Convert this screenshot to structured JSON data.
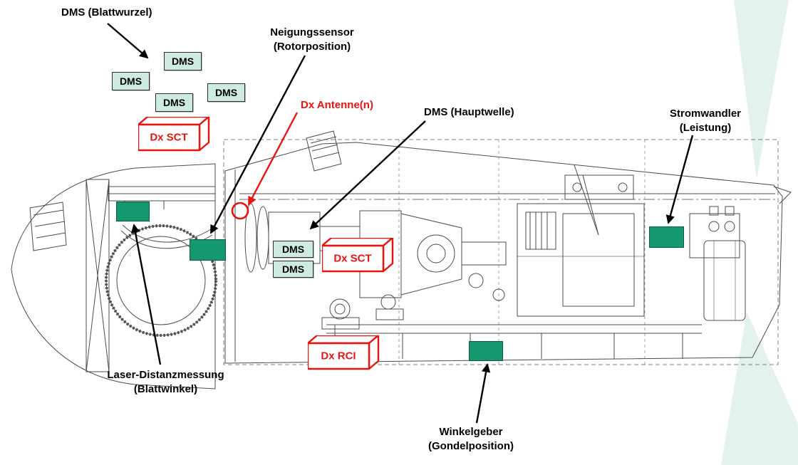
{
  "annotations": {
    "dms_blattwurzel": {
      "label": "DMS (Blattwurzel)"
    },
    "neigungssensor": {
      "line1": "Neigungssensor",
      "line2": "(Rotorposition)"
    },
    "dx_antenne": {
      "label": "Dx Antenne(n)"
    },
    "dms_hauptwelle": {
      "label": "DMS (Hauptwelle)"
    },
    "stromwandler": {
      "line1": "Stromwandler",
      "line2": "(Leistung)"
    },
    "laser_distanzmessung": {
      "line1": "Laser-Distanzmessung",
      "line2": "(Blattwinkel)"
    },
    "winkelgeber": {
      "line1": "Winkelgeber",
      "line2": "(Gondelposition)"
    }
  },
  "chips": {
    "dms": "DMS"
  },
  "devices": {
    "dx_sct": "Dx SCT",
    "dx_rci": "Dx RCI"
  },
  "colors": {
    "sensor_green": "#15976f",
    "dms_chip_fill": "#cdeae3",
    "dx_red": "#e8150f",
    "drawing_line": "#3d3d3d",
    "mint_accent": "#e3f2eb"
  }
}
